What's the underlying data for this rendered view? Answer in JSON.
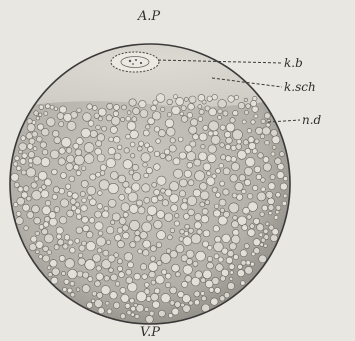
{
  "figure": {
    "labels": {
      "top": "A.P",
      "bottom": "V.P",
      "kb": "k.b",
      "ksch": "k.sch",
      "nd": "n.d"
    }
  }
}
